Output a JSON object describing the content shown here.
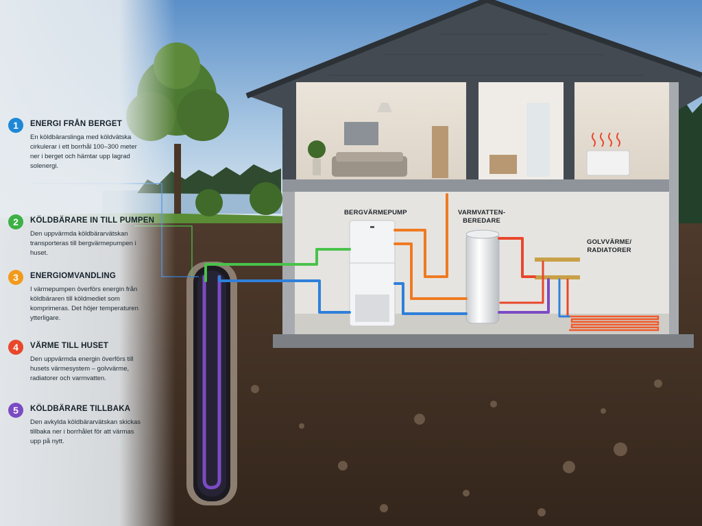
{
  "steps": [
    {
      "number": "1",
      "title": "ENERGI FRÅN BERGET",
      "text": "En köldbärarslinga med köldvätska cirkulerar i ett borrhål 100–300 meter ner i berget och hämtar upp lagrad solenergi.",
      "color": "#1e88d6"
    },
    {
      "number": "2",
      "title": "KÖLDBÄRARE IN TILL PUMPEN",
      "text": "Den uppvärmda köldbärarvätskan transporteras till bergvärmepumpen i huset.",
      "color": "#3cb044"
    },
    {
      "number": "3",
      "title": "ENERGIOMVANDLING",
      "text": "I värmepumpen överförs energin från köldbäraren till köldmediet som komprimeras. Det höjer temperaturen ytterligare.",
      "color": "#f29a1c"
    },
    {
      "number": "4",
      "title": "VÄRME TILL HUSET",
      "text": "Den uppvärmda energin överförs till husets värmesystem – golvvärme, radiatorer och varmvatten.",
      "color": "#e8472c"
    },
    {
      "number": "5",
      "title": "KÖLDBÄRARE TILLBAKA",
      "text": "Den avkylda köldbärarvätskan skickas tillbaka ner i borrhålet för att värmas upp på nytt.",
      "color": "#7b4bc4"
    }
  ],
  "labels": {
    "pump": "BERGVÄRMEPUMP",
    "heater_line1": "VARMVATTEN-",
    "heater_line2": "BEREDARE",
    "floor_line1": "GOLVVÄRME/",
    "floor_line2": "RADIATORER"
  },
  "colors": {
    "cold": "#2f7fd9",
    "warm_in": "#49c24a",
    "hot": "#ef7a22",
    "heat": "#e8472c",
    "return": "#7b4bc4"
  }
}
